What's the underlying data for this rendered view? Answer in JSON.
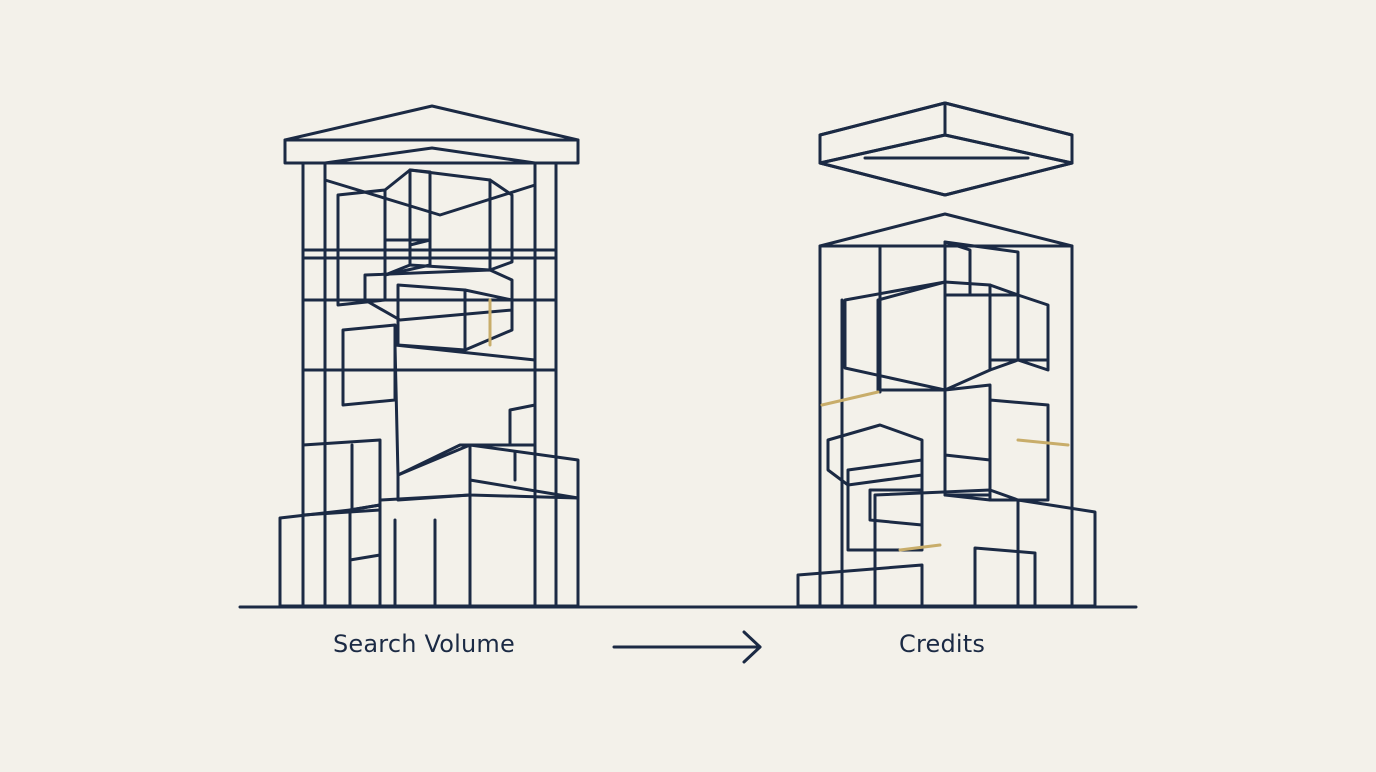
{
  "labels": {
    "left": "Search Volume",
    "right": "Credits"
  },
  "colors": {
    "background": "#f3f1ea",
    "ink": "#1b2a44",
    "navy": "#273f69",
    "dark_navy": "#13213a",
    "slate": "#5f7293",
    "gold": "#c8ad6a",
    "white": "#f9f8f3"
  },
  "icons": {
    "left_tower": "tower-of-stacked-blocks",
    "right_tower": "tower-with-lifted-roof",
    "arrow": "arrow-right"
  }
}
